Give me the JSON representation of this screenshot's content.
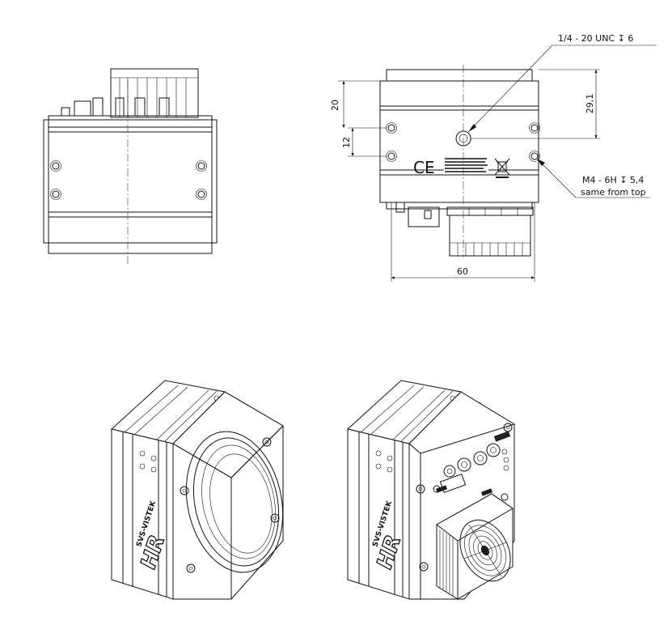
{
  "annotations": {
    "thread_label": "1/4 - 20 UNC ↧ 6",
    "m4_label": "M4 - 6H ↧ 5,4",
    "m4_sub": "same from top",
    "dim_20": "20",
    "dim_12": "12",
    "dim_29_1": "29,1",
    "dim_60": "60",
    "ce_mark": "CE"
  },
  "branding": {
    "maker": "SVS-VISTEK",
    "model": "HR"
  },
  "colors": {
    "line": "#111111",
    "background": "#ffffff",
    "shade": "#e9e9e9"
  }
}
